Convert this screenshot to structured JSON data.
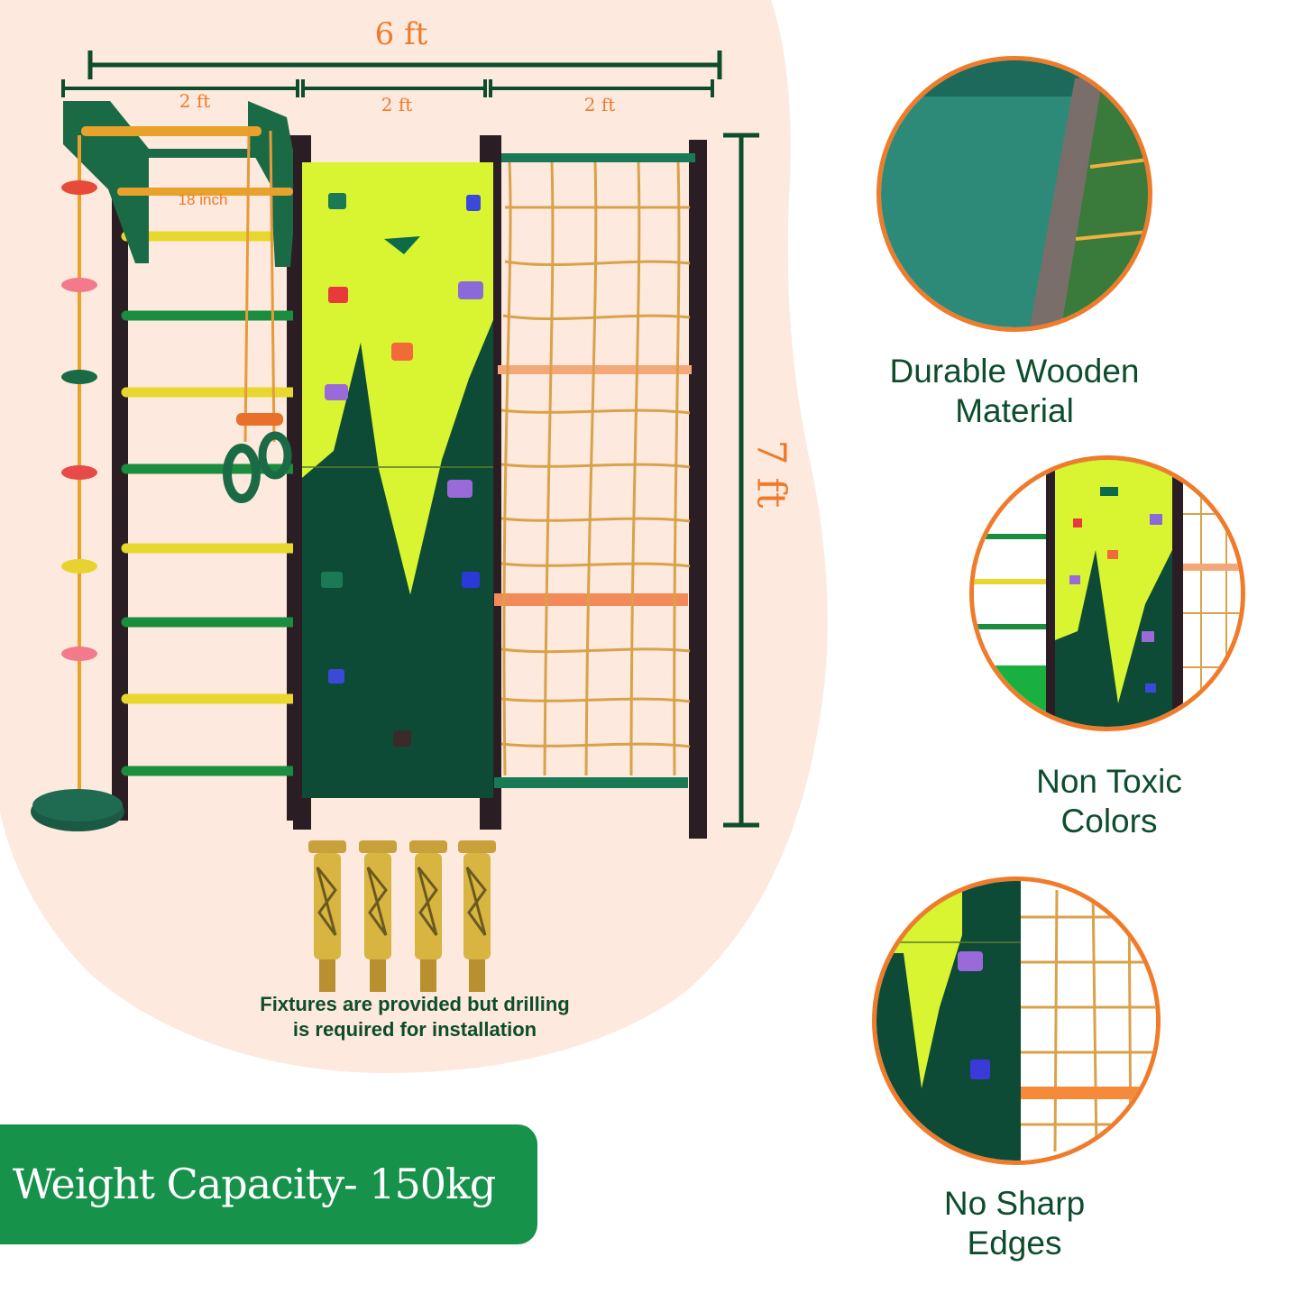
{
  "dimensions": {
    "total_width": "6 ft",
    "segment_widths": [
      "2 ft",
      "2 ft",
      "2 ft"
    ],
    "bar_spacing": "18 inch",
    "height": "7 ft"
  },
  "features": [
    {
      "line1": "Durable Wooden",
      "line2": "Material",
      "icon": "wooden-board-closeup"
    },
    {
      "line1": "Non Toxic",
      "line2": "Colors",
      "icon": "climbing-wall-closeup"
    },
    {
      "line1": "No Sharp",
      "line2": "Edges",
      "icon": "net-edge-closeup"
    }
  ],
  "fixtures_note": {
    "line1": "Fixtures are provided but drilling",
    "line2": "is required for installation"
  },
  "weight_capacity": "Weight Capacity- 150kg",
  "colors": {
    "accent_orange": "#f07b2a",
    "dark_green": "#0d4d2c",
    "banner_green": "#17924a",
    "panel_yellow": "#d9f532",
    "panel_green": "#0d4b37",
    "blob_peach": "#fde9dd"
  }
}
